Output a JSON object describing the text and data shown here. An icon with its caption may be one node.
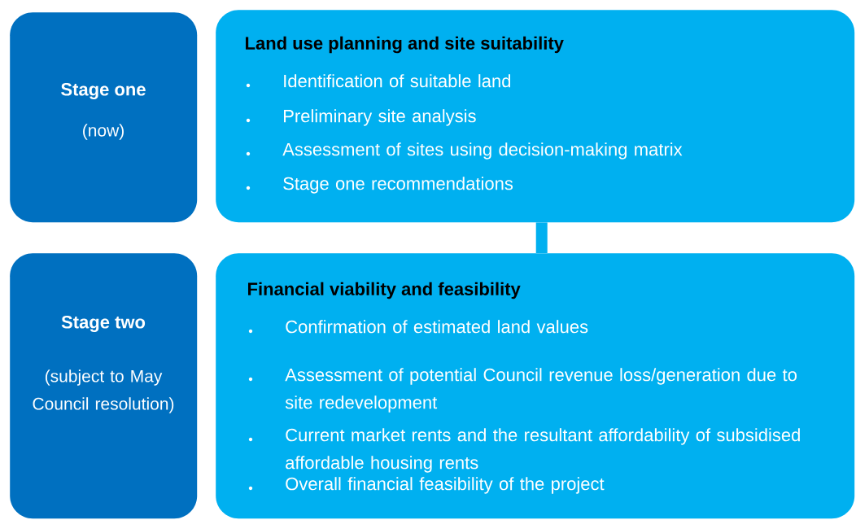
{
  "diagram": {
    "nodes": [
      {
        "text": [
          "Stage one",
          "(now)"
        ]
      },
      {
        "text": [
          "Stage two",
          "(subject to May Council resolution)"
        ]
      },
      {
        "text": [
          "Land use planning and site suitability",
          "Identification of suitable land",
          "Preliminary site analysis",
          "Assessment of sites using decision-making matrix",
          "Stage one recommendations"
        ]
      },
      {
        "text": [
          "Financial viability and feasibility",
          "Confirmation of estimated land values",
          "Assessment of potential Council revenue loss/generation due to site redevelopment",
          "Current market rents and the resultant affordability of subsidised affordable housing rents",
          "Overall financial feasibility of the project"
        ]
      }
    ],
    "edges": [
      {
        "from": 2,
        "to": 3,
        "arrow": "none"
      }
    ]
  }
}
